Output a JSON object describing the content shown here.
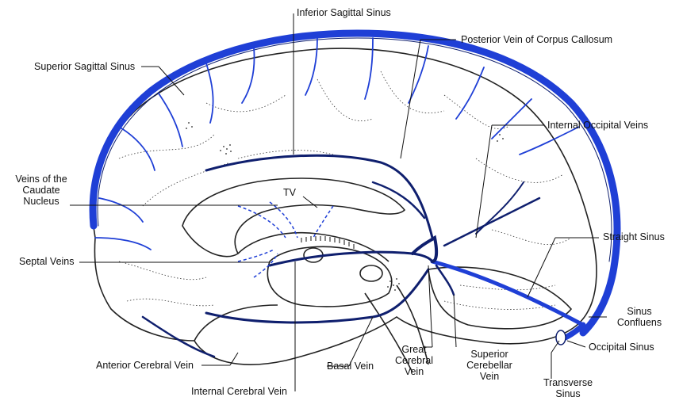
{
  "labels": {
    "inferior_sagittal_sinus": "Inferior Sagittal Sinus",
    "posterior_vein_corpus_callosum": "Posterior Vein of Corpus Callosum",
    "superior_sagittal_sinus": "Superior Sagittal Sinus",
    "internal_occipital_veins": "Internal Occipital Veins",
    "veins_of_caudate_nucleus": [
      "Veins of the",
      "Caudate",
      "Nucleus"
    ],
    "tv": "TV",
    "straight_sinus": "Straight Sinus",
    "septal_veins": "Septal Veins",
    "sinus_confluens": [
      "Sinus",
      "Confluens"
    ],
    "occipital_sinus": "Occipital Sinus",
    "anterior_cerebral_vein": "Anterior Cerebral Vein",
    "basal_vein": "Basal Vein",
    "great_cerebral_vein": [
      "Great",
      "Cerebral",
      "Vein"
    ],
    "superior_cerebellar_vein": [
      "Superior",
      "Cerebellar",
      "Vein"
    ],
    "transverse_sinus": [
      "Transverse",
      "Sinus"
    ],
    "internal_cerebral_vein": "Internal Cerebral Vein"
  },
  "colors": {
    "sinus_blue": "#1f3fd6",
    "vein_dark": "#0f1f6e",
    "outline": "#222222"
  }
}
